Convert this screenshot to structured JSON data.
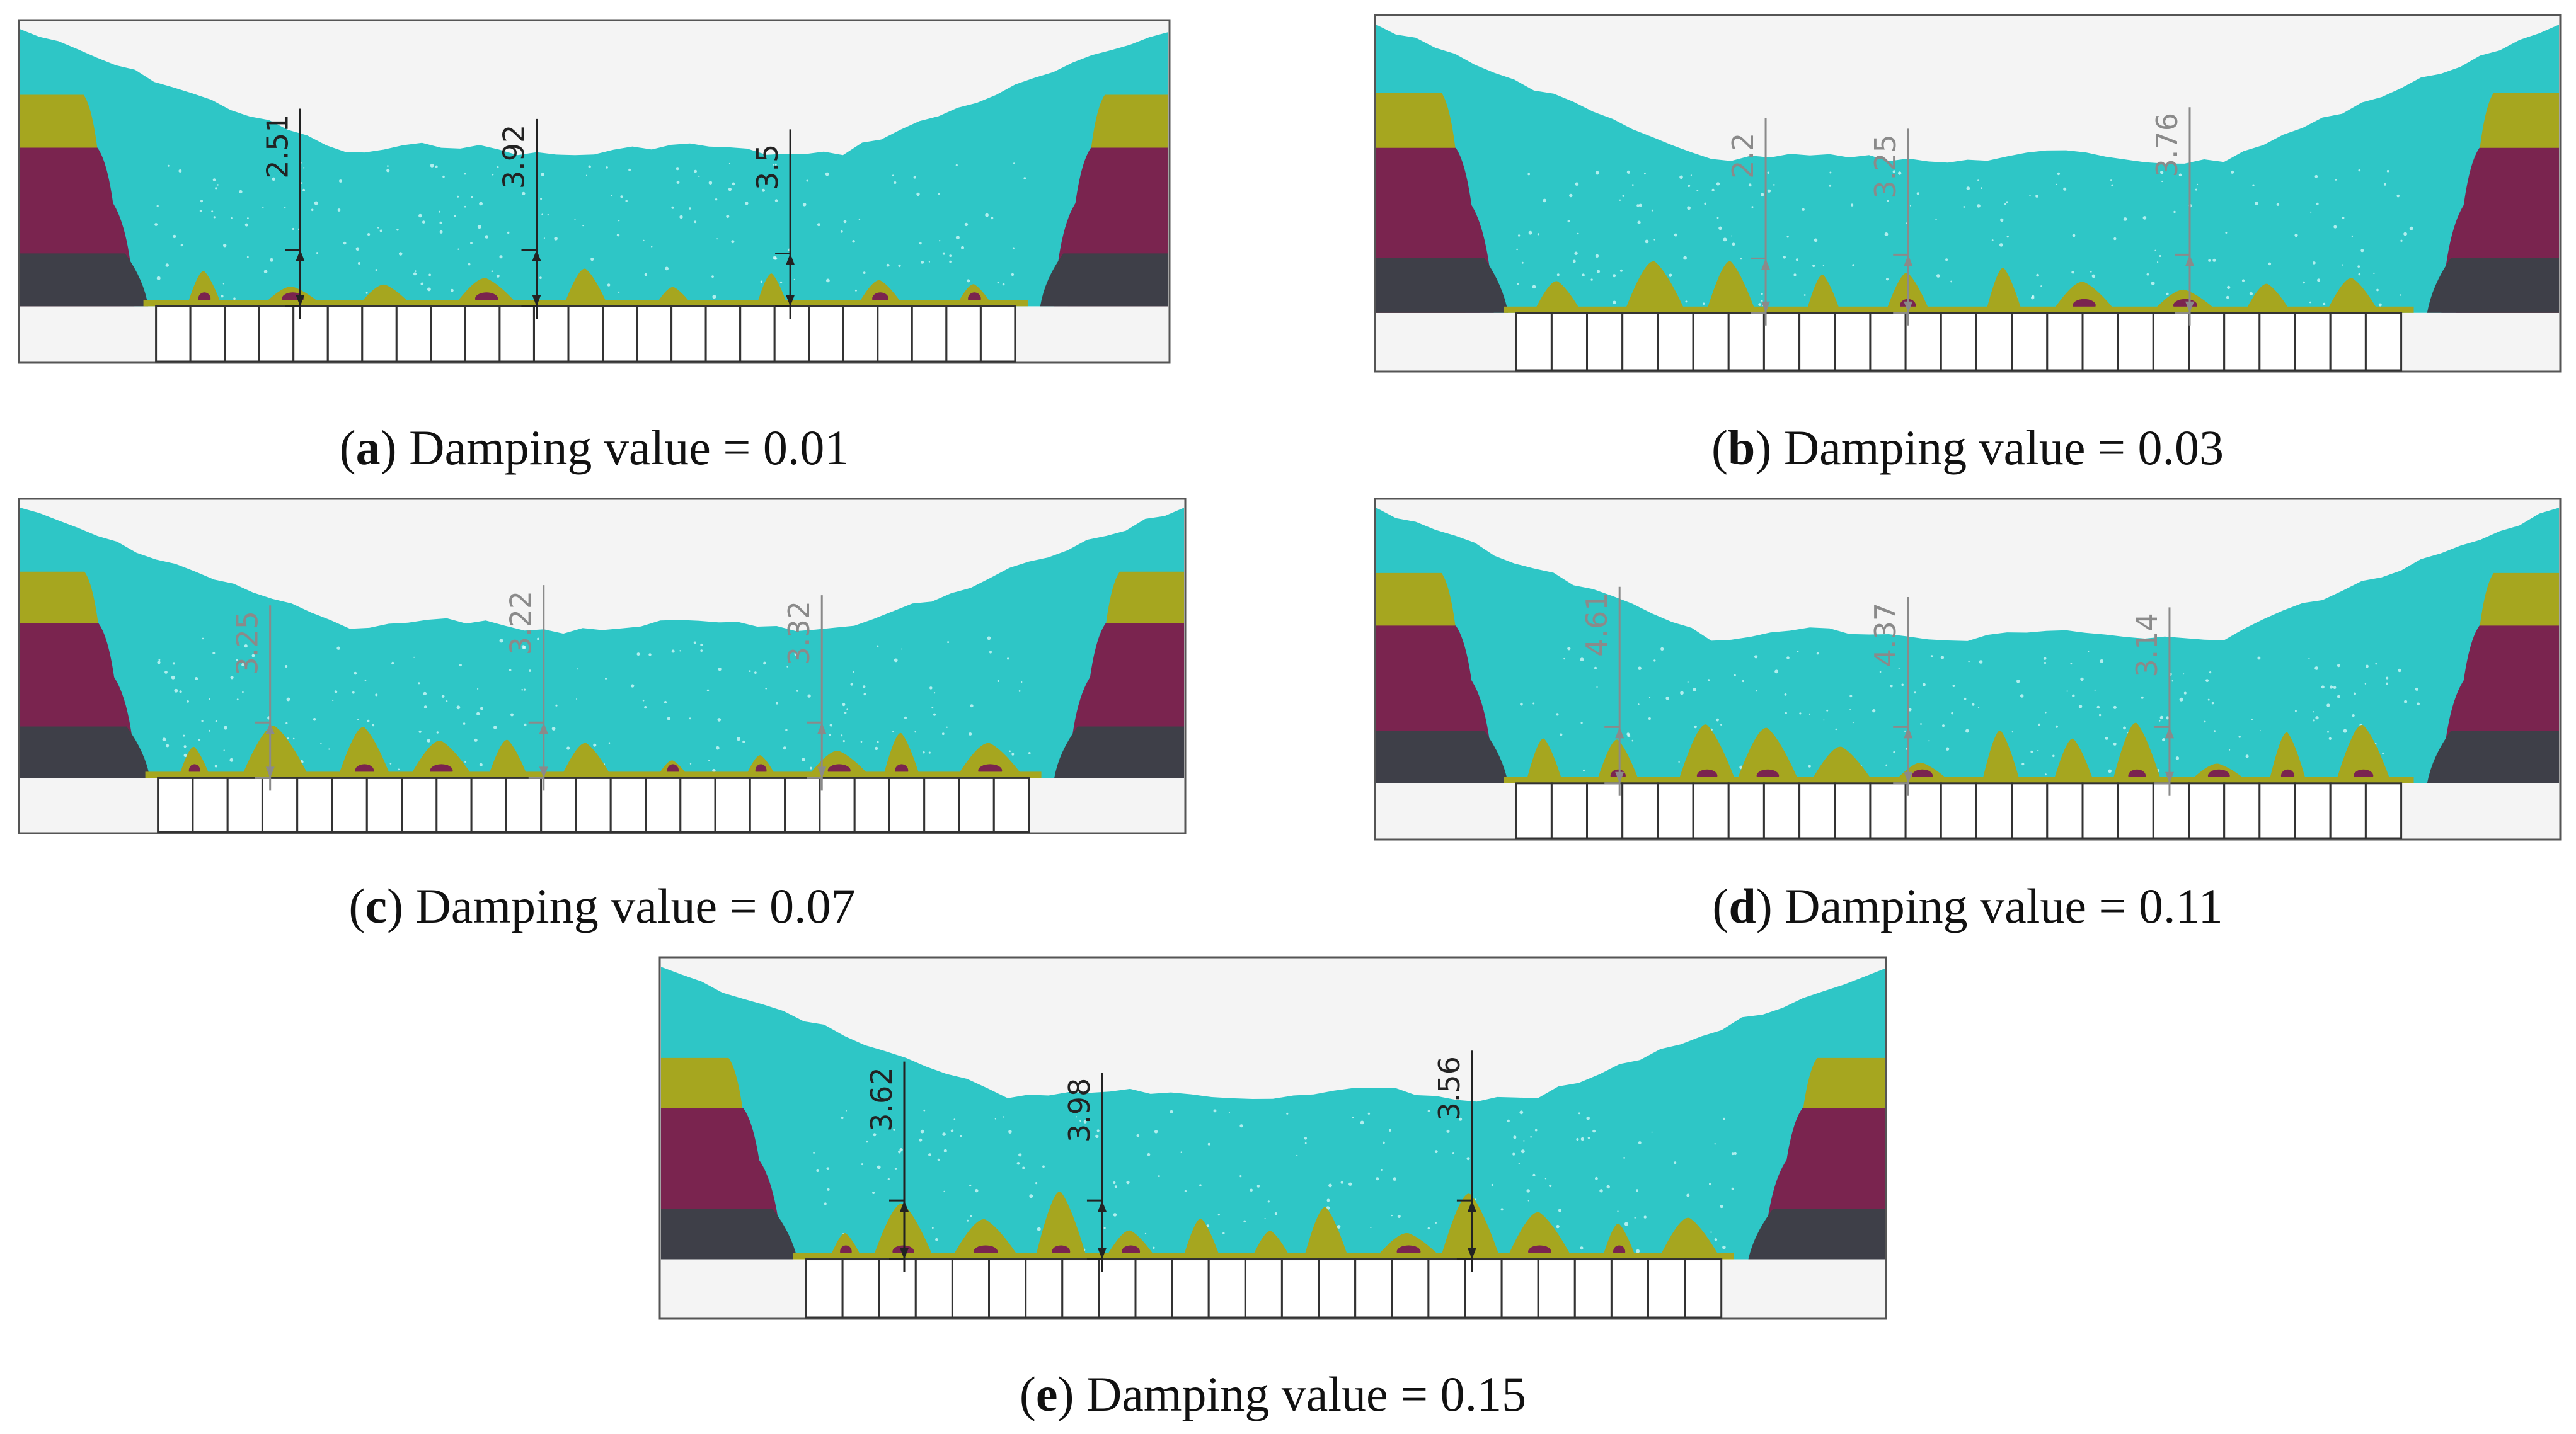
{
  "colors": {
    "background": "#f4f4f4",
    "frame": "#555555",
    "cyan_particles": "#2ec6c6",
    "yellow_particles": "#a6a61f",
    "magenta_particles": "#7a244f",
    "dark_particles": "#3e3f48",
    "grid_cell": "#ffffff",
    "grid_line": "#333333",
    "dimension_dark": "#222222",
    "dimension_gray": "#8a8a8a"
  },
  "panels": [
    {
      "id": "a",
      "letter": "a",
      "caption_rest": " Damping value = 0.01",
      "dim_style": "dark",
      "dims": [
        {
          "value": "2.51",
          "pos": 0.245
        },
        {
          "value": "3.92",
          "pos": 0.45
        },
        {
          "value": "3.5",
          "pos": 0.67
        }
      ]
    },
    {
      "id": "b",
      "letter": "b",
      "caption_rest": " Damping value = 0.03",
      "dim_style": "gray",
      "dims": [
        {
          "value": "2.2",
          "pos": 0.33
        },
        {
          "value": "3.25",
          "pos": 0.45
        },
        {
          "value": "3.76",
          "pos": 0.687
        }
      ]
    },
    {
      "id": "c",
      "letter": "c",
      "caption_rest": " Damping value = 0.07",
      "dim_style": "gray",
      "dims": [
        {
          "value": "3.25",
          "pos": 0.216
        },
        {
          "value": "3.22",
          "pos": 0.45
        },
        {
          "value": "3.32",
          "pos": 0.688
        }
      ]
    },
    {
      "id": "d",
      "letter": "d",
      "caption_rest": " Damping value = 0.11",
      "dim_style": "gray",
      "dims": [
        {
          "value": "4.61",
          "pos": 0.207
        },
        {
          "value": "4.37",
          "pos": 0.45
        },
        {
          "value": "3.14",
          "pos": 0.67
        }
      ]
    },
    {
      "id": "e",
      "letter": "e",
      "caption_rest": " Damping value = 0.15",
      "dim_style": "dark",
      "dims": [
        {
          "value": "3.62",
          "pos": 0.2
        },
        {
          "value": "3.98",
          "pos": 0.361
        },
        {
          "value": "3.56",
          "pos": 0.662
        }
      ]
    }
  ]
}
